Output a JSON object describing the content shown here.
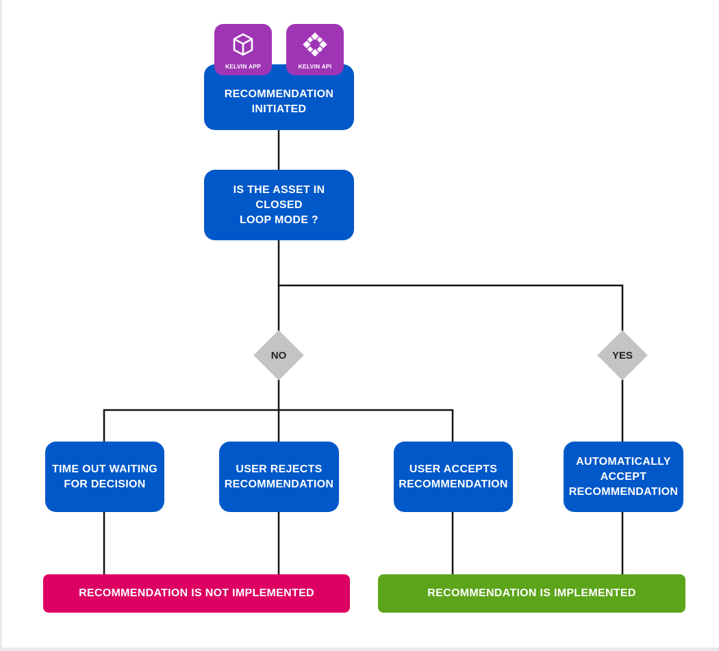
{
  "badges": {
    "app": {
      "label": "KELVIN APP",
      "icon": "cube-icon"
    },
    "api": {
      "label": "KELVIN API",
      "icon": "api-diamond-icon"
    }
  },
  "nodes": {
    "initiated": "RECOMMENDATION\nINITIATED",
    "question": "IS THE ASSET IN CLOSED\nLOOP MODE ?",
    "timeout": "TIME OUT WAITING\nFOR DECISION",
    "rejects": "USER REJECTS\nRECOMMENDATION",
    "accepts": "USER ACCEPTS\nRECOMMENDATION",
    "auto": "AUTOMATICALLY\nACCEPT\nRECOMMENDATION"
  },
  "decisions": {
    "no": "NO",
    "yes": "YES"
  },
  "outcomes": {
    "not_implemented": "RECOMMENDATION IS NOT IMPLEMENTED",
    "implemented": "RECOMMENDATION IS IMPLEMENTED"
  },
  "colors": {
    "node": "#0058c9",
    "badge": "#9f35b5",
    "decision": "#c4c4c4",
    "negative": "#dd0062",
    "positive": "#5ca51a",
    "connector": "#111111"
  }
}
